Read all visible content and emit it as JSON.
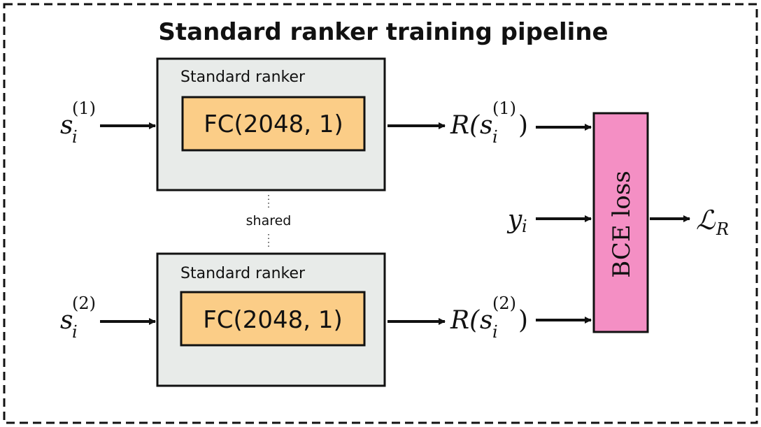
{
  "title": "Standard ranker training pipeline",
  "ranker_top": {
    "label": "Standard ranker",
    "layer": "FC(2048, 1)",
    "input": {
      "base": "s",
      "sub": "i",
      "sup": "(1)"
    },
    "output": {
      "prefix": "R(",
      "base": "s",
      "sub": "i",
      "sup": "(1)",
      "suffix": ")"
    }
  },
  "ranker_bottom": {
    "label": "Standard ranker",
    "layer": "FC(2048, 1)",
    "input": {
      "base": "s",
      "sub": "i",
      "sup": "(2)"
    },
    "output": {
      "prefix": "R(",
      "base": "s",
      "sub": "i",
      "sup": "(2)",
      "suffix": ")"
    }
  },
  "shared_label": "shared",
  "label_input": {
    "base": "y",
    "sub": "i"
  },
  "loss_block": {
    "label": "BCE loss",
    "color": "#f48fc4"
  },
  "loss_output": {
    "base": "ℒ",
    "sub": "R"
  },
  "colors": {
    "ranker_fill": "#e8ebe9",
    "fc_fill": "#fbcd87",
    "border": "#111111"
  }
}
